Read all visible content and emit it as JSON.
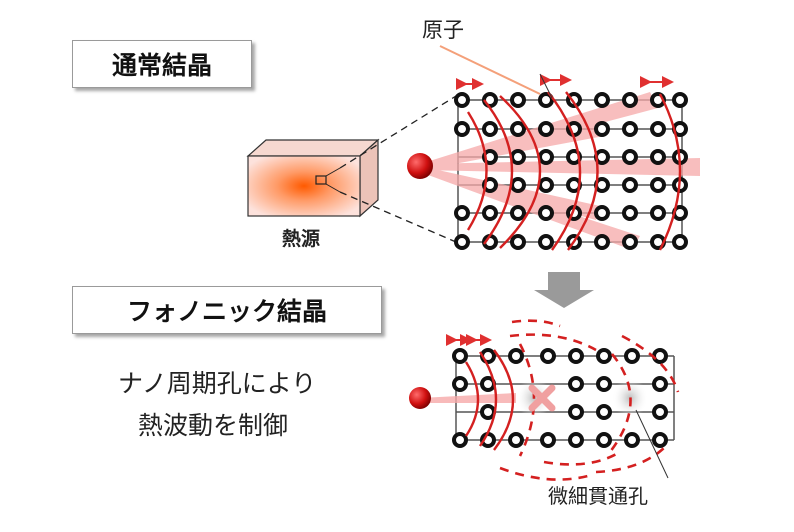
{
  "labels": {
    "normal_crystal": "通常結晶",
    "phononic_crystal": "フォノニック結晶",
    "atom": "原子",
    "heat_source": "熱源",
    "description_line1": "ナノ周期孔により",
    "description_line2": "熱波動を制御",
    "through_hole": "微細貫通孔"
  },
  "colors": {
    "wave_red": "#d42020",
    "arrow_gray": "#9a9a9a",
    "atom_ring": "#111111",
    "heat_core": "#ff5a00"
  }
}
